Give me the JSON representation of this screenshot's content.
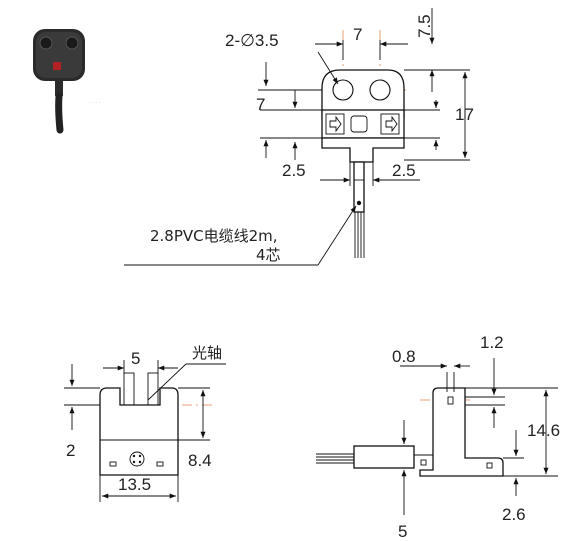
{
  "product_photo": {
    "label": "sensor-photo"
  },
  "top_view": {
    "hole_label": "2-∅3.5",
    "dim_hole_pitch": "7",
    "dim_top_offset": "7.5",
    "dim_body_height": "17",
    "dim_side_7": "7",
    "dim_left_25": "2.5",
    "dim_right_25": "2.5",
    "cable_note_line1": "2.8PVC电缆线2m,",
    "cable_note_line2": "4芯"
  },
  "front_view": {
    "dim_slot": "5",
    "axis_label": "光轴",
    "dim_left_2": "2",
    "dim_right_84": "8.4",
    "dim_width": "13.5"
  },
  "side_view": {
    "dim_08": "0.8",
    "dim_12": "1.2",
    "dim_146": "14.6",
    "dim_26": "2.6",
    "dim_5": "5"
  },
  "colors": {
    "line": "#111111",
    "centerline": "#e8a27a",
    "indicator": "#cc2a2a"
  }
}
